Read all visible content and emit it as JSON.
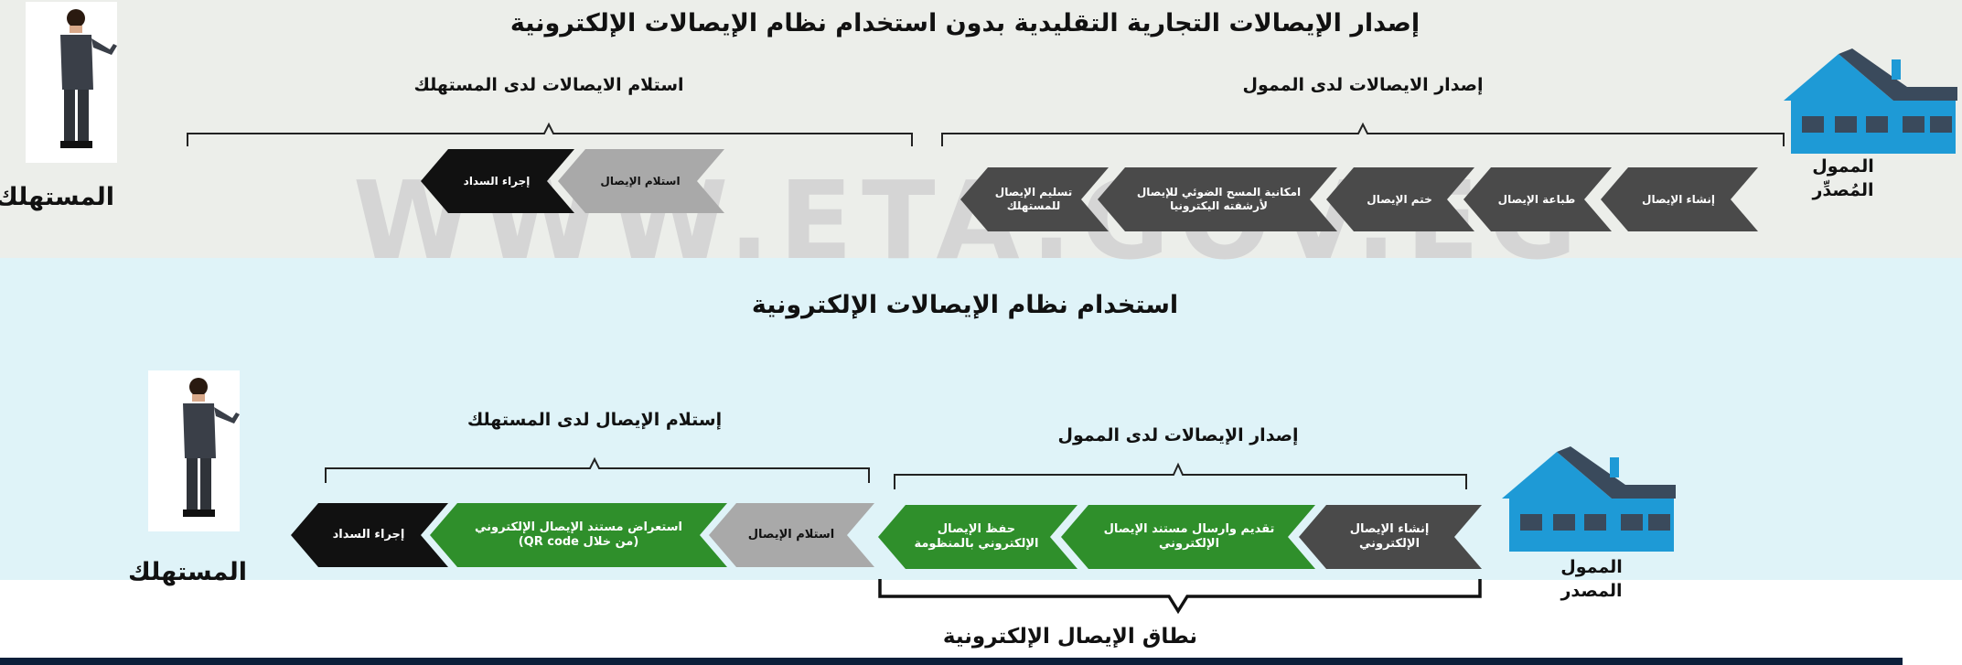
{
  "watermark": "WWW.ETA.GOV.EG",
  "top": {
    "title": "إصدار الإيصالات التجارية التقليدية بدون استخدام نظام الإيصالات الإلكترونية",
    "consumer_group_label": "استلام الايصالات لدى المستهلك",
    "issuer_group_label": "إصدار الايصالات لدى الممول",
    "consumer_label": "المستهلك",
    "issuer_label": "الممول\nالمُصدِّر",
    "steps": [
      "إنشاء الإيصال",
      "طباعة الإيصال",
      "ختم الإيصال",
      "امكانية المسح الضوئي للإيصال لأرشفته اليكترونيا",
      "تسليم الإيصال للمستهلك",
      "استلام الإيصال",
      "إجراء السداد"
    ]
  },
  "bottom": {
    "title": "استخدام نظام الإيصالات الإلكترونية",
    "consumer_group_label": "إستلام الإيصال لدى المستهلك",
    "issuer_group_label": "إصدار الإيصالات لدى الممول",
    "scope_label": "نطاق الإيصال الإلكترونية",
    "consumer_label": "المستهلك",
    "issuer_label": "الممول\nالمصدر",
    "steps": [
      "إنشاء الإيصال الإلكتروني",
      "تقديم وارسال مستند الإيصال الإلكتروني",
      "حفظ الإيصال الإلكتروني بالمنظومة",
      "استلام الإيصال",
      "استعراض مستند الإيصال الإلكتروني (من خلال QR code)",
      "إجراء السداد"
    ]
  },
  "colors": {
    "dark_gray": "#4a4a4a",
    "light_gray": "#a9a9a9",
    "black": "#111111",
    "green": "#2f8f2b",
    "house_blue": "#1e9ad6",
    "house_roof": "#3a4a5c"
  },
  "icons": [
    "person-icon",
    "house-icon"
  ]
}
